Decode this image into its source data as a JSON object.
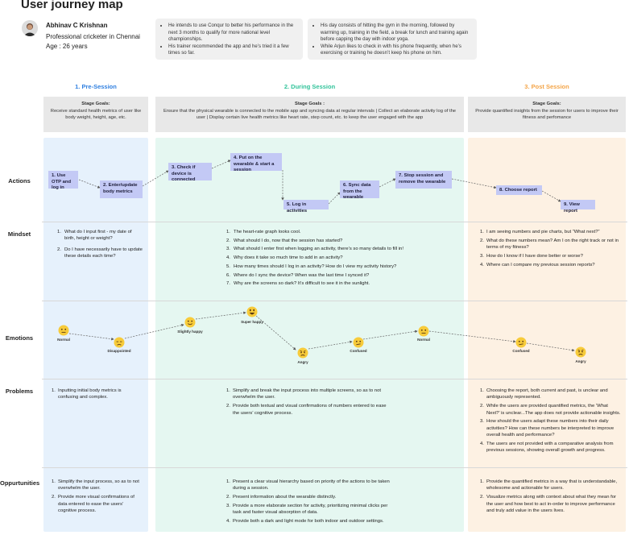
{
  "page": {
    "title": "User journey map"
  },
  "persona": {
    "name": "Abhinav C Krishnan",
    "role": "Professional cricketer in Chennai",
    "age": "Age : 26 years",
    "notes1": [
      "He intends to use Conqur to better his performance in the next 3 months to qualify for more national level championships.",
      "His trainer recommended the app and he’s tried it a few times so far."
    ],
    "notes2": [
      "His day consists of hitting the gym in the morning, followed by warming up, training in the field, a break for lunch and training again before capping the day with indoor yoga.",
      "While Arjun likes to check in with his phone frequently, when he’s exercising or training he doesn’t keep his phone on him."
    ]
  },
  "stages": [
    {
      "title": "1. Pre-Session",
      "color": "#2f7fe0",
      "bg": "#e6f1fc",
      "goal_heading": "Stage Goals:",
      "goal": "Receive standard health metrics of user like body weight, height, age, etc."
    },
    {
      "title": "2. During Session",
      "color": "#31c39a",
      "bg": "#e5f7f1",
      "goal_heading": "Stage Goals :",
      "goal": "Ensure that the physical wearable is connected to the mobile app and syncing data at regular intervals   |   Collect an elaborate activity log of the user   |   Display certain live health metrics like heart rate, step count, etc. to keep the user engaged with the app"
    },
    {
      "title": "3. Post Session",
      "color": "#f4a447",
      "bg": "#fdf1e3",
      "goal_heading": "Stage Goals:",
      "goal": "Provide quantified insights from the session for users to improve their fitness and perfomance"
    }
  ],
  "row_labels": {
    "actions": "Actions",
    "mindset": "Mindset",
    "emotions": "Emotions",
    "problems": "Problems",
    "opportunities": "Oppurtunities"
  },
  "actions": [
    {
      "num": "1.",
      "label": "Use OTP and log in"
    },
    {
      "num": "2.",
      "label": "Enter/update body metrics"
    },
    {
      "num": "3.",
      "label": "Check if device is connected"
    },
    {
      "num": "4.",
      "label": "Put on the wearable & start a session"
    },
    {
      "num": "5.",
      "label": "Log in activities"
    },
    {
      "num": "6.",
      "label": "Sync data from the wearable"
    },
    {
      "num": "7.",
      "label": "Stop session and remove the wearable"
    },
    {
      "num": "8.",
      "label": "Choose report"
    },
    {
      "num": "9.",
      "label": "View report"
    }
  ],
  "mindset": {
    "pre": [
      "What do I input first - my date of birth, height or weight?",
      "Do I have necessarily have to update these details each time?"
    ],
    "during": [
      "The heart-rate graph looks cool.",
      "What should I do, now that the session has started?",
      "What should I enter first when logging an activity, there’s so many details to fill in!",
      "Why does it take so much time to add in an activity?",
      "How many times should I log in an activity? How do I view my activity history?",
      "Where do I sync the device? When was the last time I synced it?",
      "Why are the screens so dark? It’s difficult to see it in the sunlight."
    ],
    "during_nums": [
      "1.",
      "2.",
      "3.",
      "4.",
      "5.",
      "6.",
      "7."
    ],
    "post": [
      "I am seeing numbers and pie charts, but “What next?”",
      "What do these numbers mean? Am I on the right track or not in terms of my fitness?",
      "How do I know if I have done better or worse?",
      "Where can I compare my previous session reports?"
    ]
  },
  "emotions": [
    {
      "label": "Normal",
      "face": "neutral"
    },
    {
      "label": "Disappointed",
      "face": "sad"
    },
    {
      "label": "Slightly happy",
      "face": "smile"
    },
    {
      "label": "Super happy",
      "face": "grin"
    },
    {
      "label": "Angry",
      "face": "angry"
    },
    {
      "label": "Confused",
      "face": "confused"
    },
    {
      "label": "Normal",
      "face": "neutral"
    },
    {
      "label": "Confused",
      "face": "confused"
    },
    {
      "label": "Angry",
      "face": "angry"
    }
  ],
  "problems": {
    "pre": [
      "Inputting initial body metrics is confusing and complex."
    ],
    "during": [
      "Simplify and break the input process into multiple screens, so as to not overwhelm the user.",
      "Provide both textual and visual confirmations of numbers entered to ease the users’ cognitive process."
    ],
    "post": [
      "Choosing the report, both current and past, is unclear and ambiguously represented.",
      "While the users are provided quantified metrics, the ‘What Next?’ is unclear...The app does not provide actionable insights.",
      "How should the users adapt these numbers into their daily activities? How can these numbers be interpreted to improve overall health and performance?",
      "The users are not provided with a comparative analysis from previous sessions, showing overall growth and progress."
    ]
  },
  "opportunities": {
    "pre": [
      "Simplify the input process, so as to not overwhelm the user.",
      "Provide more visual confirmations of data entered to ease the users’ cognitive process."
    ],
    "during": [
      "Present a clear visual hierarchy based on priority of the actions to be taken during a session.",
      "Present information about the wearable distinctly.",
      "Provide a more elaborate section for activity, prioritizing minimal clicks per task and faster visual absorption of data.",
      "Provide both a dark and light mode for both indoor and outdoor settings."
    ],
    "post": [
      "Provide the quantified metrics in a way that is understandable, wholesome and actionable for users.",
      "Visualize metrics along with context about what they mean for the user and how best to act in-order to improve performance and truly add value in the users lives."
    ]
  },
  "colors": {
    "action_box": "#c3c9f5",
    "card": "#f0f0f0",
    "goal": "#e8e8e8",
    "face": "#f7cb3a"
  }
}
